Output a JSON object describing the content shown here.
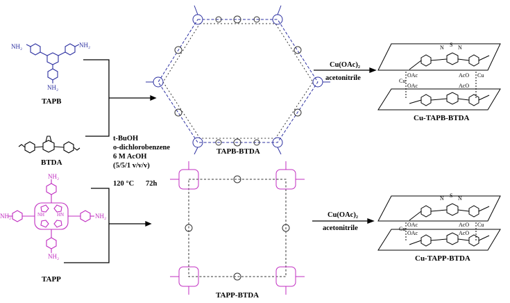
{
  "monomers": {
    "tapb": {
      "label": "TAPB",
      "amine": "NH₂"
    },
    "btda": {
      "label": "BTDA"
    },
    "tapp": {
      "label": "TAPP",
      "amine": "NH₂",
      "nh": "NH",
      "hn": "HN"
    }
  },
  "conditions": {
    "solvent1": "t-BuOH",
    "solvent2": "o-dichlorobenzene",
    "acid": "6 M AcOH",
    "ratio": "(5/5/1  v/v/v)",
    "temp": "120 °C",
    "time": "72h"
  },
  "products": {
    "tapb_cof": "TAPB-BTDA",
    "tapp_cof": "TAPP-BTDA",
    "cu_tapb": "Cu-TAPB-BTDA",
    "cu_tapp": "Cu-TAPP-BTDA"
  },
  "reagents": {
    "top": {
      "reagent": "Cu(OAc)₂",
      "solvent": "acetonitrile"
    },
    "bottom": {
      "reagent": "Cu(OAc)₂",
      "solvent": "acetonitrile"
    }
  },
  "layer_labels": {
    "oac": "OAc",
    "aco": "AcO",
    "cu": "Cu",
    "n": "N",
    "s": "S"
  },
  "colors": {
    "tapb": "#2b2fa0",
    "tapp": "#c02cc0",
    "line": "#000000",
    "dark": "#333333"
  }
}
